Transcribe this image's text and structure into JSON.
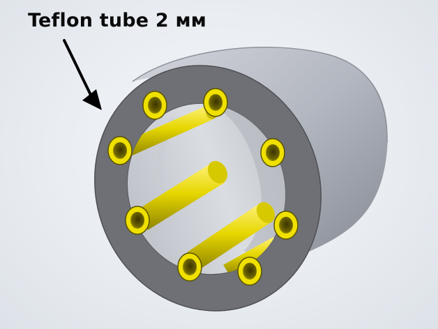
{
  "annotation": {
    "label": "Teflon tube 2 мм"
  },
  "colors": {
    "body_light": "#c2c5cd",
    "body_mid": "#a6aab3",
    "body_dark": "#6f7279",
    "face": "#6d6f74",
    "bore": "#d3d6dc",
    "tube": "#e6d600",
    "tube_dark": "#9c8f00",
    "arrow": "#000000"
  },
  "model": {
    "hole_count": 8,
    "visible_rods": 4
  }
}
